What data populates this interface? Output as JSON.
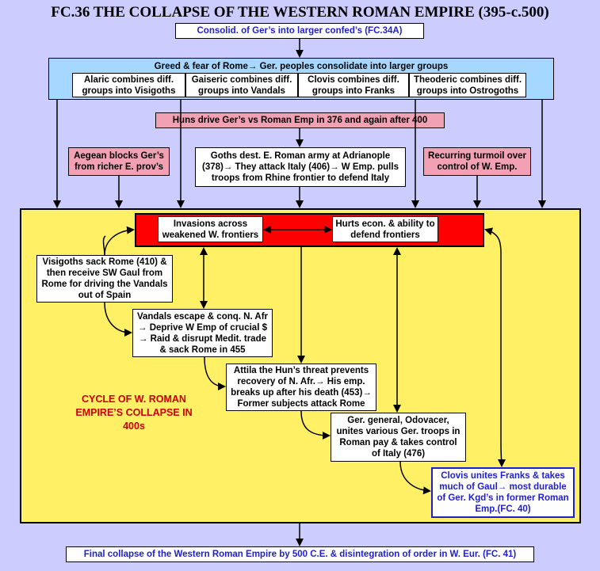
{
  "title": "FC.36 THE COLLAPSE OF THE WESTERN ROMAN EMPIRE (395-c.500)",
  "top_link": "Consolid. of Ger’s into larger confed’s (FC.34A)",
  "greed": {
    "header": "Greed & fear of Rome→ Ger. peoples consolidate into larger groups",
    "items": [
      "Alaric combines diff. groups into Visigoths",
      "Gaiseric combines diff. groups into Vandals",
      "Clovis combines diff. groups into Franks",
      "Theoderic combines diff. groups into Ostrogoths"
    ]
  },
  "huns": "Huns drive Ger’s vs Roman Emp in 376 and again after 400",
  "aegean": "Aegean blocks Ger’s from richer E. prov’s",
  "goths": "Goths dest. E. Roman army at Adrianople (378)→ They attack Italy (406)→ W Emp. pulls troops from Rhine frontier to defend Italy",
  "turmoil": "Recurring turmoil over control of W. Emp.",
  "invasions": "Invasions across weakened W. frontiers",
  "hurts": "Hurts econ. & ability to defend frontiers",
  "visigoths": "Visigoths sack Rome (410) & then receive SW Gaul from Rome for driving the Vandals out of Spain",
  "vandals": "Vandals escape & conq. N. Afr → Deprive W Emp of crucial $ → Raid & disrupt Medit. trade & sack Rome in 455",
  "attila": "Attila the Hun’s threat prevents recovery of N. Afr.→ His emp. breaks up after his death (453)→ Former subjects attack Rome",
  "odovacer": "Ger. general, Odovacer, unites various Ger. troops in Roman pay & takes control of Italy (476)",
  "clovis": "Clovis unites Franks & takes much of Gaul→ most durable of Ger. Kgd’s in former Roman Emp.(FC. 40)",
  "cycle": "CYCLE OF W. ROMAN EMPIRE’S COLLAPSE IN 400s",
  "bottom_link": "Final collapse of the Western Roman Empire by 500 C.E. & disintegration of order in W. Eur. (FC. 41)"
}
